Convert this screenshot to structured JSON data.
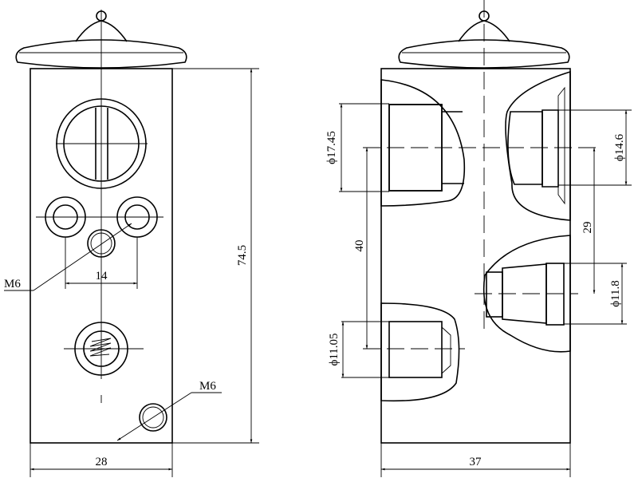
{
  "front_view": {
    "thread_label_top": "M6",
    "hole_spacing": "14",
    "height": "74.5",
    "thread_label_bottom": "M6",
    "width": "28"
  },
  "side_view": {
    "dia_top_left": "ϕ17.45",
    "spacing_left": "40",
    "dia_bottom_left": "ϕ11.05",
    "dia_top_right": "ϕ14.6",
    "spacing_right": "29",
    "dia_bottom_right": "ϕ11.8",
    "width": "37"
  }
}
